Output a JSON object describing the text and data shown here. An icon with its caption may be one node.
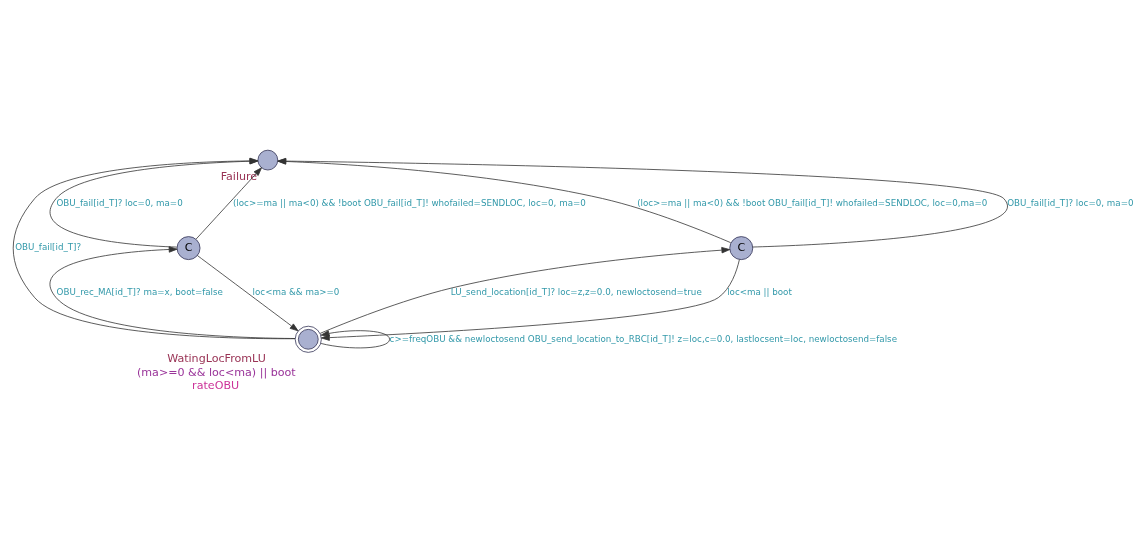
{
  "diagram": {
    "nodes": [
      {
        "text": [
          "Failure"
        ]
      },
      {
        "text": [
          "WatingLocFromLU",
          "(ma>=0 && loc<ma) || boot",
          "rateOBU"
        ]
      },
      {
        "text": [
          "C"
        ]
      },
      {
        "text": [
          "C"
        ]
      }
    ],
    "edges": [
      {
        "from": 2,
        "to": 0,
        "arrow": "to",
        "label": "OBU_fail[id_T]? loc=0, ma=0"
      },
      {
        "from": 2,
        "to": 0,
        "arrow": "to",
        "label": "(loc>=ma || ma<0) && !boot OBU_fail[id_T]! whofailed=SENDLOC, loc=0, ma=0"
      },
      {
        "from": 1,
        "to": 0,
        "arrow": "to",
        "label": "OBU_fail[id_T]?"
      },
      {
        "from": 1,
        "to": 2,
        "arrow": "to",
        "label": "OBU_rec_MA[id_T]? ma=x, boot=false"
      },
      {
        "from": 2,
        "to": 1,
        "arrow": "to",
        "label": "loc<ma && ma>=0"
      },
      {
        "from": 1,
        "to": 1,
        "arrow": "to",
        "label": "c>=freqOBU && newloctosend OBU_send_location_to_RBC[id_T]! z=loc,c=0.0, lastlocsent=loc, newloctosend=false"
      },
      {
        "from": 3,
        "to": 1,
        "arrow": "to",
        "label": "loc<ma || boot"
      },
      {
        "from": 1,
        "to": 3,
        "arrow": "to",
        "label": "LU_send_location[id_T]? loc=z,z=0.0, newloctosend=true"
      },
      {
        "from": 3,
        "to": 0,
        "arrow": "to",
        "label": "(loc>=ma || ma<0) && !boot OBU_fail[id_T]! whofailed=SENDLOC, loc=0,ma=0"
      },
      {
        "from": 3,
        "to": 0,
        "arrow": "to",
        "label": "OBU_fail[id_T]? loc=0, ma=0"
      }
    ]
  }
}
